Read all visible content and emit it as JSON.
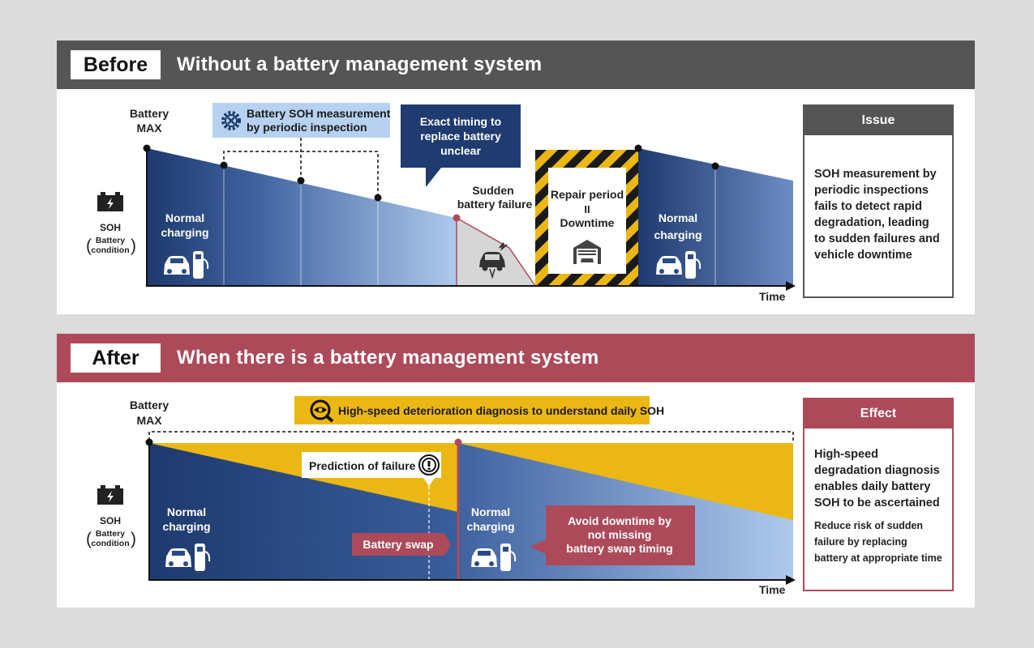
{
  "before": {
    "tag": "Before",
    "title": "Without a battery management system",
    "axis_top": [
      "Battery",
      "MAX"
    ],
    "axis_left": {
      "soh": "SOH",
      "line1": "Battery",
      "line2": "condition",
      "paren_open": "(",
      "paren_close": ")"
    },
    "axis_time": "Time",
    "periodic_label": [
      "Battery SOH measurement",
      "by periodic inspection"
    ],
    "callout": [
      "Exact timing to",
      "replace battery",
      "unclear"
    ],
    "failure_label": [
      "Sudden",
      "battery failure"
    ],
    "repair_label": [
      "Repair period",
      "II",
      "Downtime"
    ],
    "charging_left": [
      "Normal",
      "charging"
    ],
    "charging_right": [
      "Normal",
      "charging"
    ],
    "issue": {
      "header": "Issue",
      "text": "SOH measurement by periodic inspections fails to detect rapid degradation, leading to sudden failures and vehicle downtime"
    }
  },
  "after": {
    "tag": "After",
    "title": "When there is a battery management system",
    "axis_top": [
      "Battery",
      "MAX"
    ],
    "axis_left": {
      "soh": "SOH",
      "line1": "Battery",
      "line2": "condition",
      "paren_open": "(",
      "paren_close": ")"
    },
    "axis_time": "Time",
    "diagnosis_label": "High-speed deterioration diagnosis to understand daily SOH",
    "prediction_label": "Prediction of failure",
    "swap_label": "Battery swap",
    "avoid_label": [
      "Avoid downtime by",
      "not missing",
      "battery swap timing"
    ],
    "charging_left": [
      "Normal",
      "charging"
    ],
    "charging_right": [
      "Normal",
      "charging"
    ],
    "effect": {
      "header": "Effect",
      "text1": "High-speed degradation diagnosis enables daily battery SOH to be ascertained",
      "text2": "Reduce risk of sudden failure by replacing battery at appropriate time"
    }
  },
  "colors": {
    "before_band": "#555555",
    "after_band": "#ad4a5a",
    "navy": "#1e3a6e",
    "light_blue": "#aec9ec",
    "yellow": "#ebb714",
    "callout_navy": "#1f3b70"
  }
}
